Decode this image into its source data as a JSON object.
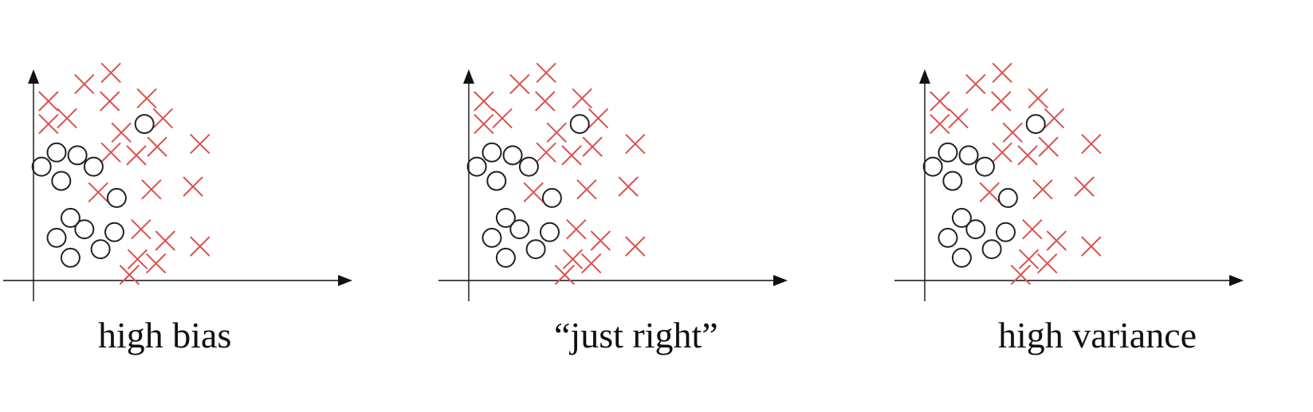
{
  "style": {
    "x_color": "#d9534f",
    "o_color": "#222222",
    "axis_color": "#111111"
  },
  "chart_data": [
    {
      "type": "scatter",
      "caption": "high bias",
      "grid": false,
      "xlim": [
        0,
        10
      ],
      "ylim": [
        0,
        7
      ],
      "series": [
        {
          "marker": "x",
          "color": "#d9534f",
          "points": [
            [
              0.65,
              6.3
            ],
            [
              2.2,
              6.9
            ],
            [
              3.35,
              7.3
            ],
            [
              3.3,
              6.3
            ],
            [
              4.9,
              6.4
            ],
            [
              0.65,
              5.5
            ],
            [
              1.45,
              5.7
            ],
            [
              3.8,
              5.2
            ],
            [
              5.6,
              5.7
            ],
            [
              7.2,
              4.8
            ],
            [
              3.35,
              4.5
            ],
            [
              4.45,
              4.4
            ],
            [
              5.35,
              4.7
            ],
            [
              2.8,
              3.1
            ],
            [
              5.1,
              3.2
            ],
            [
              6.9,
              3.3
            ],
            [
              4.65,
              1.8
            ],
            [
              5.7,
              1.4
            ],
            [
              7.2,
              1.2
            ],
            [
              4.5,
              0.75
            ],
            [
              5.3,
              0.6
            ],
            [
              4.15,
              0.2
            ]
          ]
        },
        {
          "marker": "o",
          "color": "#222222",
          "points": [
            [
              4.8,
              5.5
            ],
            [
              1.0,
              4.5
            ],
            [
              1.9,
              4.4
            ],
            [
              0.35,
              4.0
            ],
            [
              2.6,
              4.0
            ],
            [
              1.2,
              3.5
            ],
            [
              3.6,
              2.9
            ],
            [
              1.6,
              2.2
            ],
            [
              2.2,
              1.8
            ],
            [
              3.5,
              1.7
            ],
            [
              1.0,
              1.5
            ],
            [
              2.9,
              1.1
            ],
            [
              1.6,
              0.8
            ]
          ]
        }
      ]
    },
    {
      "type": "scatter",
      "caption": "“just right”",
      "grid": false,
      "xlim": [
        0,
        10
      ],
      "ylim": [
        0,
        7
      ],
      "series": [
        {
          "marker": "x",
          "color": "#d9534f",
          "points": [
            [
              0.65,
              6.3
            ],
            [
              2.2,
              6.9
            ],
            [
              3.35,
              7.3
            ],
            [
              3.3,
              6.3
            ],
            [
              4.9,
              6.4
            ],
            [
              0.65,
              5.5
            ],
            [
              1.45,
              5.7
            ],
            [
              3.8,
              5.2
            ],
            [
              5.6,
              5.7
            ],
            [
              7.2,
              4.8
            ],
            [
              3.35,
              4.5
            ],
            [
              4.45,
              4.4
            ],
            [
              5.35,
              4.7
            ],
            [
              2.8,
              3.1
            ],
            [
              5.1,
              3.2
            ],
            [
              6.9,
              3.3
            ],
            [
              4.65,
              1.8
            ],
            [
              5.7,
              1.4
            ],
            [
              7.2,
              1.2
            ],
            [
              4.5,
              0.75
            ],
            [
              5.3,
              0.6
            ],
            [
              4.15,
              0.2
            ]
          ]
        },
        {
          "marker": "o",
          "color": "#222222",
          "points": [
            [
              4.8,
              5.5
            ],
            [
              1.0,
              4.5
            ],
            [
              1.9,
              4.4
            ],
            [
              0.35,
              4.0
            ],
            [
              2.6,
              4.0
            ],
            [
              1.2,
              3.5
            ],
            [
              3.6,
              2.9
            ],
            [
              1.6,
              2.2
            ],
            [
              2.2,
              1.8
            ],
            [
              3.5,
              1.7
            ],
            [
              1.0,
              1.5
            ],
            [
              2.9,
              1.1
            ],
            [
              1.6,
              0.8
            ]
          ]
        }
      ]
    },
    {
      "type": "scatter",
      "caption": "high variance",
      "grid": false,
      "xlim": [
        0,
        10
      ],
      "ylim": [
        0,
        7
      ],
      "series": [
        {
          "marker": "x",
          "color": "#d9534f",
          "points": [
            [
              0.65,
              6.3
            ],
            [
              2.2,
              6.9
            ],
            [
              3.35,
              7.3
            ],
            [
              3.3,
              6.3
            ],
            [
              4.9,
              6.4
            ],
            [
              0.65,
              5.5
            ],
            [
              1.45,
              5.7
            ],
            [
              3.8,
              5.2
            ],
            [
              5.6,
              5.7
            ],
            [
              7.2,
              4.8
            ],
            [
              3.35,
              4.5
            ],
            [
              4.45,
              4.4
            ],
            [
              5.35,
              4.7
            ],
            [
              2.8,
              3.1
            ],
            [
              5.1,
              3.2
            ],
            [
              6.9,
              3.3
            ],
            [
              4.65,
              1.8
            ],
            [
              5.7,
              1.4
            ],
            [
              7.2,
              1.2
            ],
            [
              4.5,
              0.75
            ],
            [
              5.3,
              0.6
            ],
            [
              4.15,
              0.2
            ]
          ]
        },
        {
          "marker": "o",
          "color": "#222222",
          "points": [
            [
              4.8,
              5.5
            ],
            [
              1.0,
              4.5
            ],
            [
              1.9,
              4.4
            ],
            [
              0.35,
              4.0
            ],
            [
              2.6,
              4.0
            ],
            [
              1.2,
              3.5
            ],
            [
              3.6,
              2.9
            ],
            [
              1.6,
              2.2
            ],
            [
              2.2,
              1.8
            ],
            [
              3.5,
              1.7
            ],
            [
              1.0,
              1.5
            ],
            [
              2.9,
              1.1
            ],
            [
              1.6,
              0.8
            ]
          ]
        }
      ]
    }
  ]
}
